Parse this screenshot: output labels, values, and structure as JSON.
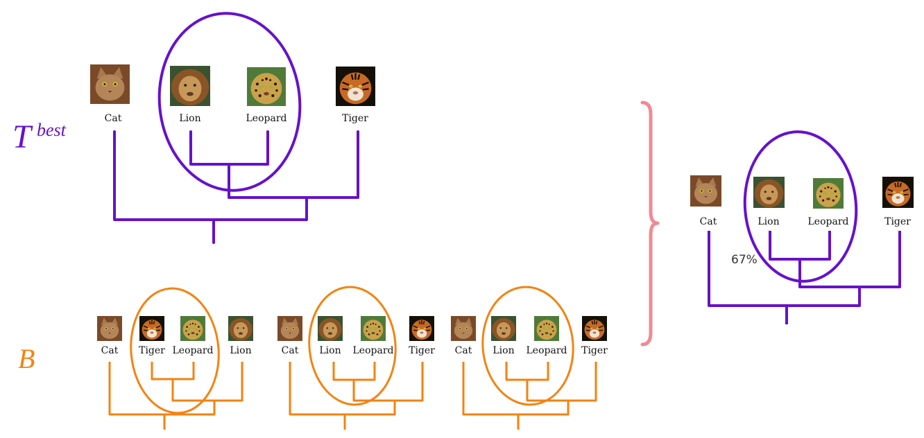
{
  "colors": {
    "purple": "#6611cc",
    "orange": "#f5820f",
    "pink": "#f08a94",
    "cat": "#8a5a35",
    "lion": "#b07a3c",
    "leopard": "#c9a24a",
    "tiger": "#1e1208"
  },
  "t_best_symbol": "T",
  "t_best_superscript": "best",
  "b_symbol": "B",
  "percent_label": "67%",
  "labels": {
    "cat": "Cat",
    "lion": "Lion",
    "leopard": "Leopard",
    "tiger": "Tiger"
  },
  "top_tree": {
    "leaves": [
      {
        "label": "Cat",
        "icon": "cat-photo-icon"
      },
      {
        "label": "Lion",
        "icon": "lion-photo-icon"
      },
      {
        "label": "Leopard",
        "icon": "leopard-photo-icon"
      },
      {
        "label": "Tiger",
        "icon": "tiger-photo-icon"
      }
    ],
    "clade": [
      "Lion",
      "Leopard"
    ]
  },
  "bootstrap_trees": [
    {
      "leaves": [
        "Cat",
        "Tiger",
        "Leopard",
        "Lion"
      ],
      "clade": [
        "Tiger",
        "Leopard"
      ]
    },
    {
      "leaves": [
        "Cat",
        "Lion",
        "Leopard",
        "Tiger"
      ],
      "clade": [
        "Lion",
        "Leopard"
      ]
    },
    {
      "leaves": [
        "Cat",
        "Lion",
        "Leopard",
        "Tiger"
      ],
      "clade": [
        "Lion",
        "Leopard"
      ]
    }
  ],
  "result_tree": {
    "leaves": [
      "Cat",
      "Lion",
      "Leopard",
      "Tiger"
    ],
    "clade": [
      "Lion",
      "Leopard"
    ],
    "support": "67%"
  }
}
